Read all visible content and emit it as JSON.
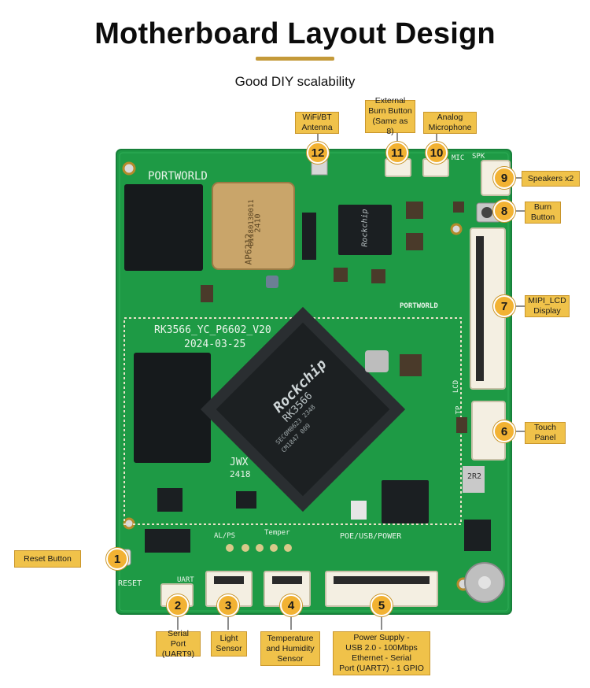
{
  "header": {
    "title": "Motherboard Layout Design",
    "subtitle": "Good DIY scalability"
  },
  "colors": {
    "pcb_green": "#1e9a45",
    "accent_gold": "#f2b233",
    "callout_fill": "#f0c24a"
  },
  "board_silkscreen": {
    "brand_top": "PORTWORLD",
    "brand_logo": "PORTWORLD",
    "model": "RK3566_YC_P6602_V20",
    "date": "2024-03-25",
    "jwx": "JWX",
    "jwx_code": "2418",
    "chip_brand": "Rockchip",
    "chip_model": "RK3566",
    "chip_line1": "SEC0M0623 2348",
    "chip_line2": "CM1847 009",
    "wifi_module": "AP6212",
    "wifi_code1": "2410",
    "wifi_code2": "B1180130011",
    "pcie_chip": "Rockchip",
    "label_mic": "MIC",
    "label_spk": "SPK",
    "label_lcd": "LCD",
    "label_tp": "TP",
    "label_reset": "RESET",
    "label_uart": "UART",
    "label_alps": "AL/PS",
    "label_temper": "Temper",
    "label_poe": "POE/USB/POWER",
    "label_2r2": "2R2"
  },
  "callouts": [
    {
      "number": "1",
      "label": "Reset Button"
    },
    {
      "number": "2",
      "label": "Serial Port\n(UART9)"
    },
    {
      "number": "3",
      "label": "Light\nSensor"
    },
    {
      "number": "4",
      "label": "Temperature\nand Humidity\nSensor"
    },
    {
      "number": "5",
      "label": "Power Supply -\nUSB 2.0 - 100Mbps\nEthernet - Serial\nPort (UART7) - 1 GPIO"
    },
    {
      "number": "6",
      "label": "Touch\nPanel"
    },
    {
      "number": "7",
      "label": "MIPI_LCD\nDisplay"
    },
    {
      "number": "8",
      "label": "Burn\nButton"
    },
    {
      "number": "9",
      "label": "Speakers x2"
    },
    {
      "number": "10",
      "label": "Analog\nMicrophone"
    },
    {
      "number": "11",
      "label": "External\nBurn Button\n(Same as 8)"
    },
    {
      "number": "12",
      "label": "WiFi/BT\nAntenna"
    }
  ]
}
